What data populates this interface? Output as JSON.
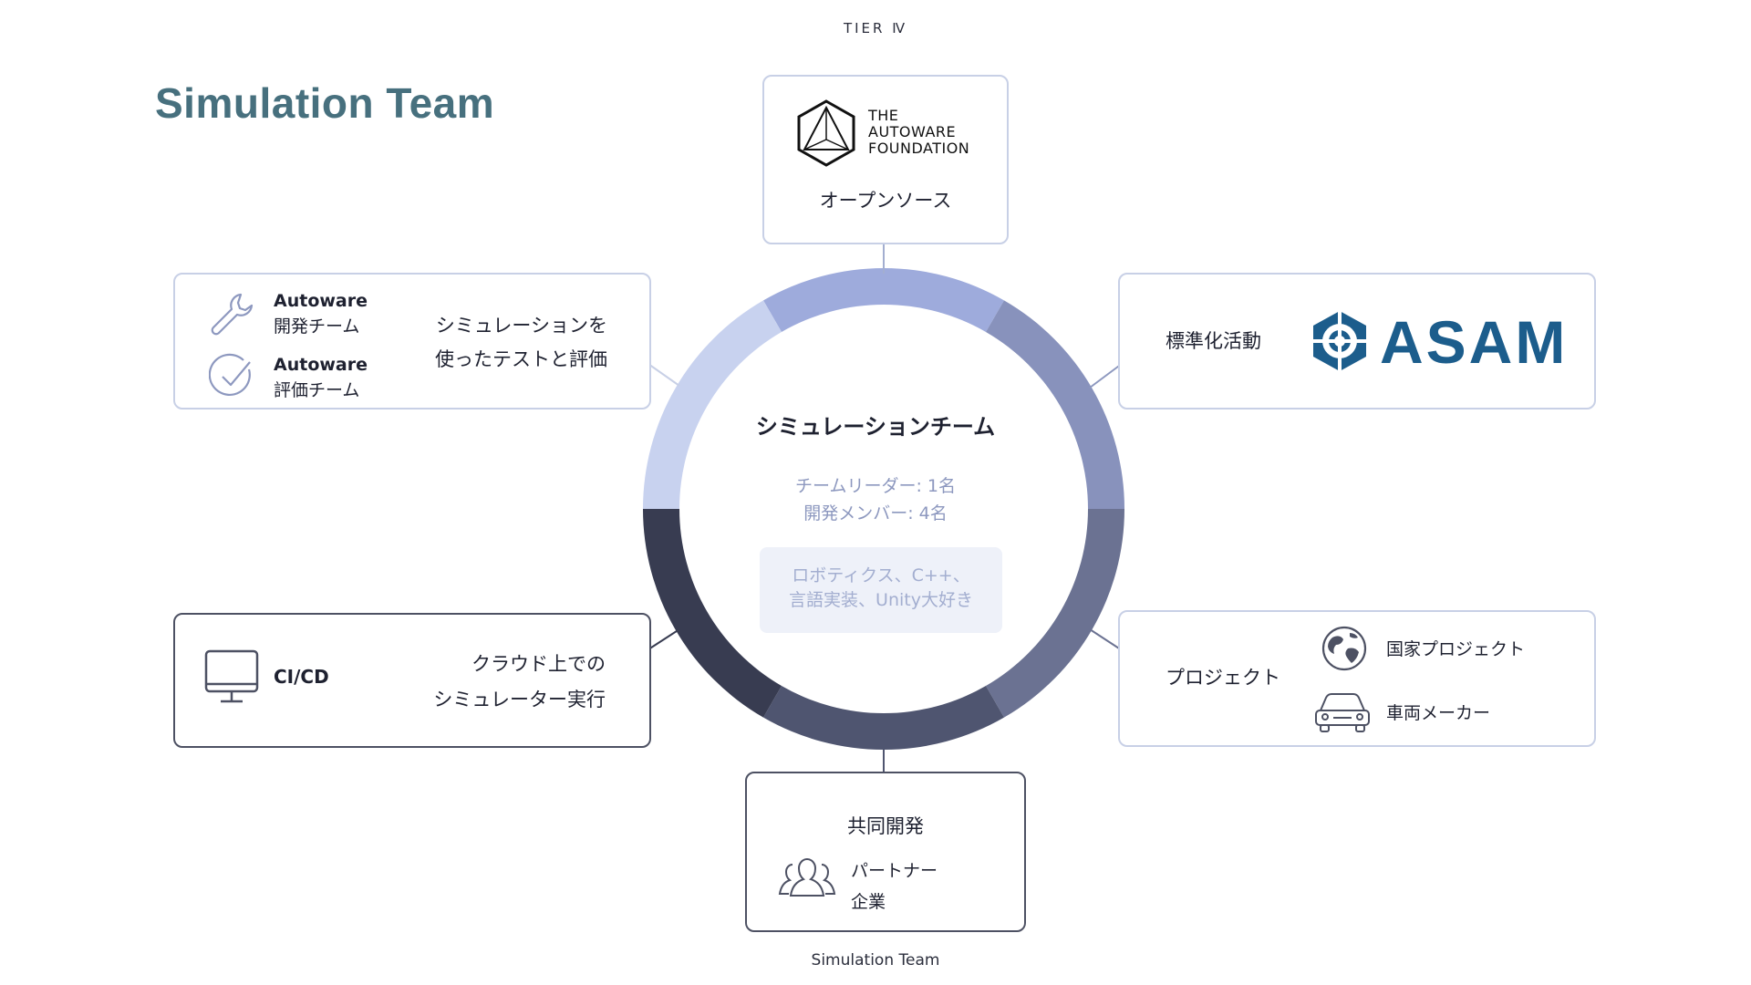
{
  "brand": "TIER Ⅳ",
  "title": "Simulation Team",
  "footer": "Simulation Team",
  "center": {
    "title": "シミュレーションチーム",
    "line1": "チームリーダー: 1名",
    "line2": "開発メンバー: 4名",
    "box_line1": "ロボティクス、C++、",
    "box_line2": "言語実装、Unity大好き"
  },
  "ring_colors": [
    "#9eabdc",
    "#8892bc",
    "#6b7292",
    "#4f5570",
    "#383c51",
    "#c8d2ef"
  ],
  "cards": {
    "open_source": {
      "logo_line1": "THE",
      "logo_line2": "AUTOWARE",
      "logo_line3": "FOUNDATION",
      "label": "オープンソース"
    },
    "standardization": {
      "label": "標準化活動",
      "logo": "ASAM"
    },
    "testing": {
      "item1_title": "Autoware",
      "item1_sub": "開発チーム",
      "item2_title": "Autoware",
      "item2_sub": "評価チーム",
      "desc_line1": "シミュレーションを",
      "desc_line2": "使ったテストと評価"
    },
    "cicd": {
      "label": "CI/CD",
      "desc_line1": "クラウド上での",
      "desc_line2": "シミュレーター実行"
    },
    "projects": {
      "label": "プロジェクト",
      "item1": "国家プロジェクト",
      "item2": "車両メーカー"
    },
    "joint": {
      "label": "共同開発",
      "sub_line1": "パートナー",
      "sub_line2": "企業"
    }
  },
  "icons": {
    "autoware": "autoware-foundation-logo",
    "asam": "asam-logo",
    "wrench": "wrench-icon",
    "check": "check-circle-icon",
    "monitor": "monitor-icon",
    "globe": "globe-icon",
    "car": "car-icon",
    "people": "people-icon"
  }
}
